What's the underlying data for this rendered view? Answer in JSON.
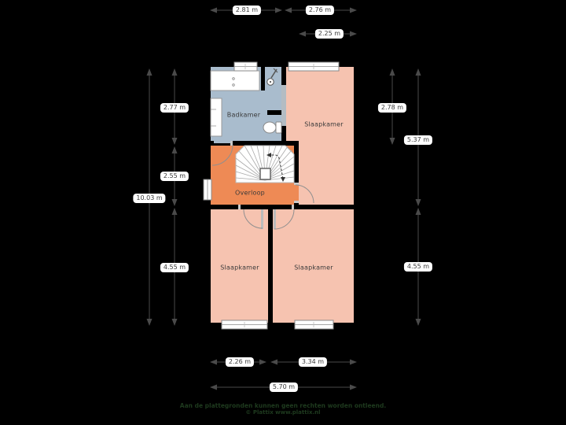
{
  "rooms": {
    "badkamer": {
      "label": "Badkamer",
      "color": "#a9bccd"
    },
    "slaapkamer_rechtsboven": {
      "label": "Slaapkamer",
      "color": "#f6c3b0"
    },
    "overloop": {
      "label": "Overloop",
      "color": "#ee8a55"
    },
    "slaapkamer_linksonder": {
      "label": "Slaapkamer",
      "color": "#f6c3b0"
    },
    "slaapkamer_rechtsonder": {
      "label": "Slaapkamer",
      "color": "#f6c3b0"
    }
  },
  "dimensions": {
    "top": {
      "bath": "2.81 m",
      "bedroom": "2.76 m",
      "bedroom_inner": "2.25 m"
    },
    "left": {
      "total": "10.03 m",
      "bath": "2.77 m",
      "landing": "2.55 m",
      "bedrooms": "4.55 m"
    },
    "right": {
      "bedroom_top": "2.78 m",
      "upper": "5.37 m",
      "lower": "4.55 m"
    },
    "bottom": {
      "left": "2.26 m",
      "right": "3.34 m",
      "total": "5.70 m"
    }
  },
  "footer": {
    "disclaimer": "Aan de plattegronden kunnen geen rechten worden ontleend.",
    "credit": "© Plattix www.plattix.nl"
  },
  "icons": {
    "shower": "shower-icon",
    "toilet": "toilet-icon",
    "vanity": "vanity-sink-icon",
    "cabinet": "cabinet-icon",
    "stairs": "stairs-icon",
    "doors": "door-arc-icon",
    "windows": "window-icon"
  },
  "colors": {
    "background": "#000000",
    "wall": "#000000",
    "bathroom_floor": "#a9bccd",
    "bedroom_floor": "#f6c3b0",
    "landing_floor": "#ee8a55",
    "stairs_floor": "#ffffff",
    "dimension_line": "#4a4a4a",
    "label_pill_bg": "#ffffff",
    "label_text": "#3a3a3a",
    "footer_text": "#1e3a1e"
  }
}
